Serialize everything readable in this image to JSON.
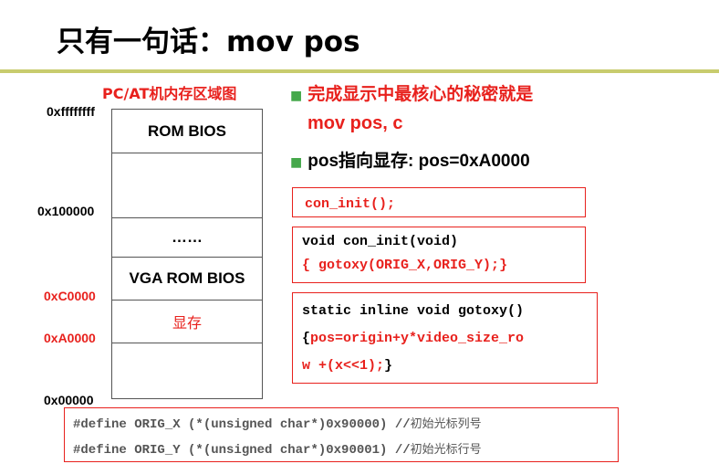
{
  "slide": {
    "title": "只有一句话：mov pos"
  },
  "memory_map": {
    "title": "PC/AT机内存区域图",
    "address_labels": [
      {
        "text": "0xffffffff",
        "color": "black"
      },
      {
        "text": "0x100000",
        "color": "black"
      },
      {
        "text": "0xC0000",
        "color": "red"
      },
      {
        "text": "0xA0000",
        "color": "red"
      },
      {
        "text": "0x00000",
        "color": "black"
      }
    ],
    "segments": [
      {
        "label": "ROM BIOS"
      },
      {
        "label": ""
      },
      {
        "label": "……"
      },
      {
        "label": "VGA ROM BIOS"
      },
      {
        "label": "显存"
      },
      {
        "label": ""
      }
    ]
  },
  "bullets": {
    "first_line1": "完成显示中最核心的秘密就是",
    "first_line2": "mov pos, c",
    "second_prefix": "pos",
    "second_middle": "指向显存",
    "second_suffix": ": pos=0xA0000",
    "marker": "■"
  },
  "code": {
    "box1": "con_init();",
    "box2_line1": "void con_init(void)",
    "box2_line2_open": "{ ",
    "box2_line2_call": "gotoxy(ORIG_X,ORIG_Y);",
    "box2_line2_close": "}",
    "box3_line1": "static inline void gotoxy()",
    "box3_line2_open": "{",
    "box3_line2_expr": "pos=origin+y*video_size_ro",
    "box3_line3_expr": "w +(x<<1);",
    "box3_line3_close": "}",
    "define1_code": "#define ORIG_X (*(unsigned char*)0x90000) //",
    "define1_comment": "初始光标列号",
    "define2_code": "#define ORIG_Y (*(unsigned char*)0x90001) //",
    "define2_comment": "初始光标行号"
  },
  "colors": {
    "accent_red": "#e8211d",
    "bullet_green": "#45a84b",
    "rule": "#c8cc6e"
  }
}
